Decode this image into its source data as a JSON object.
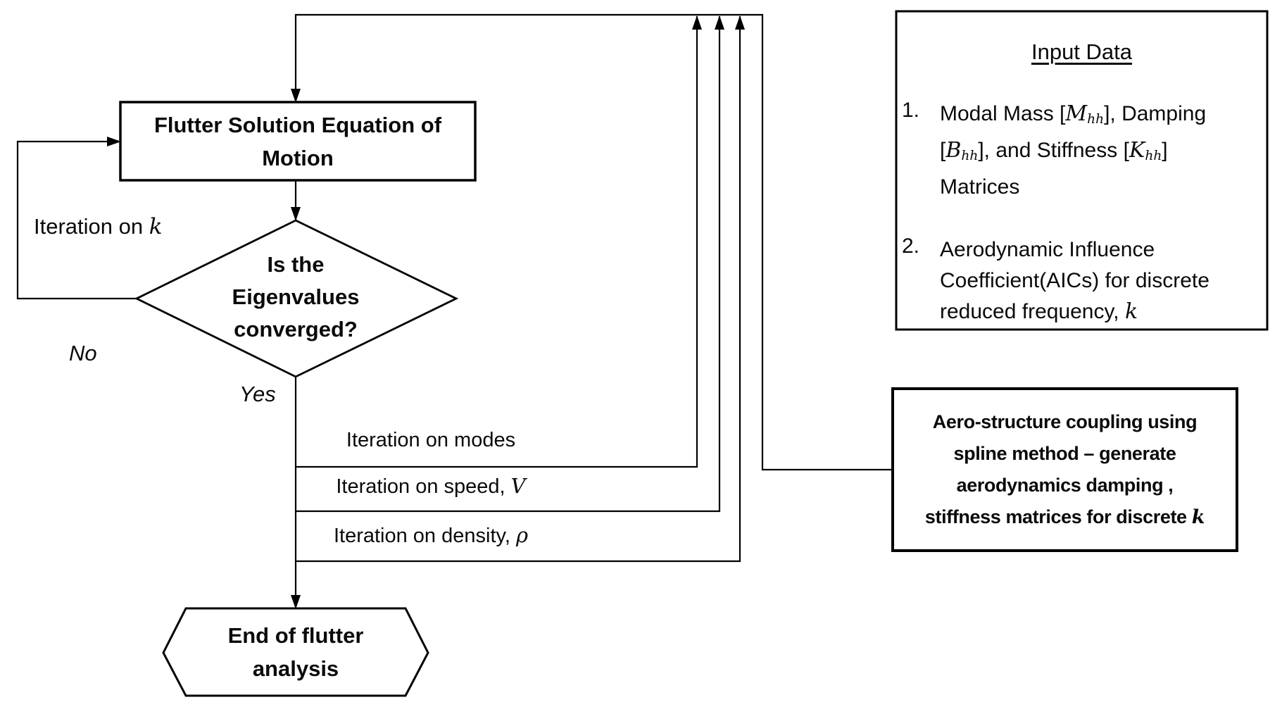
{
  "diagram": {
    "flutter_box": {
      "line1": "Flutter Solution Equation of",
      "line2": "Motion"
    },
    "decision": {
      "line1": "Is the",
      "line2": "Eigenvalues",
      "line3": "converged?"
    },
    "end_node": {
      "line1": "End of flutter",
      "line2": "analysis"
    },
    "edge_labels": {
      "iteration_k_text": "Iteration on ",
      "iteration_k_var": "k",
      "no": "No",
      "yes": "Yes",
      "iteration_modes": "Iteration on modes",
      "iteration_speed_text": "Iteration on speed, ",
      "iteration_speed_var": "V",
      "iteration_density_text": "Iteration on density, ",
      "iteration_density_var": "ρ"
    },
    "input_box": {
      "title": "Input Data",
      "item1": {
        "number": "1.",
        "l1a": "Modal Mass [",
        "l1var": "M",
        "l1sub": "hh",
        "l1b": "], Damping",
        "l2a": "[",
        "l2var": "B",
        "l2sub": "hh",
        "l2b": "], and Stiffness [",
        "l2var2": "K",
        "l2sub2": "hh",
        "l2c": "]",
        "l3": "Matrices"
      },
      "item2": {
        "number": "2.",
        "l1": "Aerodynamic Influence",
        "l2": "Coefficient(AICs) for discrete",
        "l3": "reduced frequency, ",
        "l3var": "k"
      }
    },
    "aero_box": {
      "line1": "Aero-structure coupling using",
      "line2": "spline method – generate",
      "line3": "aerodynamics damping ,",
      "line4": "stiffness matrices for discrete ",
      "line4var": "k"
    }
  },
  "colors": {
    "ink": "#000000",
    "background": "#ffffff"
  }
}
